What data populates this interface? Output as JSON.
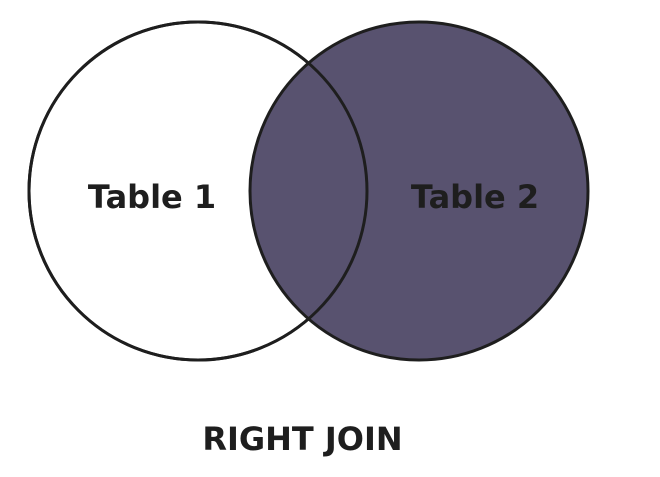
{
  "diagram": {
    "caption": "RIGHT JOIN",
    "left_set": {
      "label": "Table 1",
      "fill": "#ffffff",
      "selected": false
    },
    "right_set": {
      "label": "Table 2",
      "fill": "#58526f",
      "selected": true
    },
    "outline_color": "#1e1e1e",
    "label_color": "#1e1e1e"
  }
}
